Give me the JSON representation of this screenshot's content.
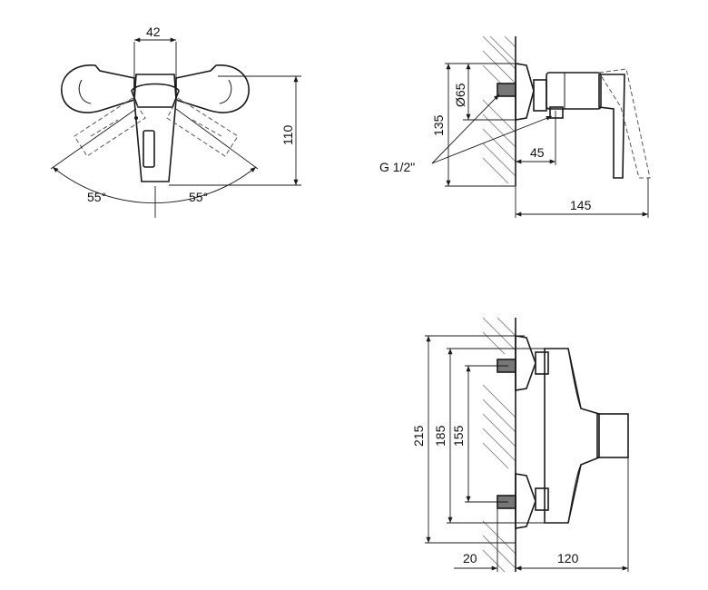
{
  "top_view": {
    "dim_width": "42",
    "dim_height": "110",
    "angle_left": "55°",
    "angle_right": "55°"
  },
  "side_view": {
    "dim_flange": "Ø65",
    "dim_height": "135",
    "dim_depth": "45",
    "dim_total": "145",
    "thread_label": "G 1/2\""
  },
  "front_view": {
    "dim_215": "215",
    "dim_185": "185",
    "dim_155": "155",
    "dim_20": "20",
    "dim_120": "120"
  }
}
